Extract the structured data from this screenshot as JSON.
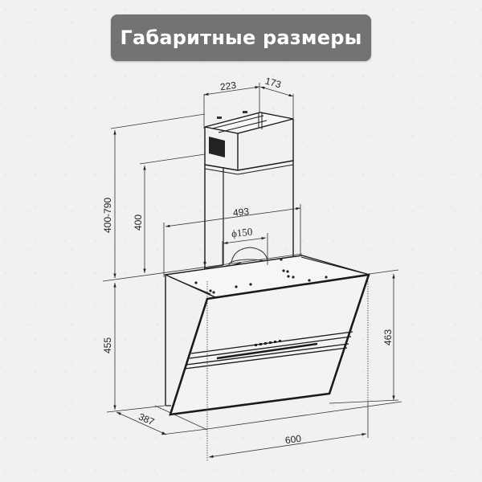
{
  "title": "Габаритные размеры",
  "drawing": {
    "subject": "inclined kitchen hood",
    "line_color": "#1a1a1a",
    "thin_line_color": "#333333",
    "dimension_units": "mm",
    "dimensions": {
      "chimney_width": "223",
      "chimney_depth": "173",
      "total_chimney_height": "400-790",
      "chimney_lower_height": "400",
      "chimney_mount_width": "493",
      "outlet_diameter": "ϕ150",
      "body_height": "455",
      "glass_height": "463",
      "depth": "387",
      "width": "600"
    }
  }
}
